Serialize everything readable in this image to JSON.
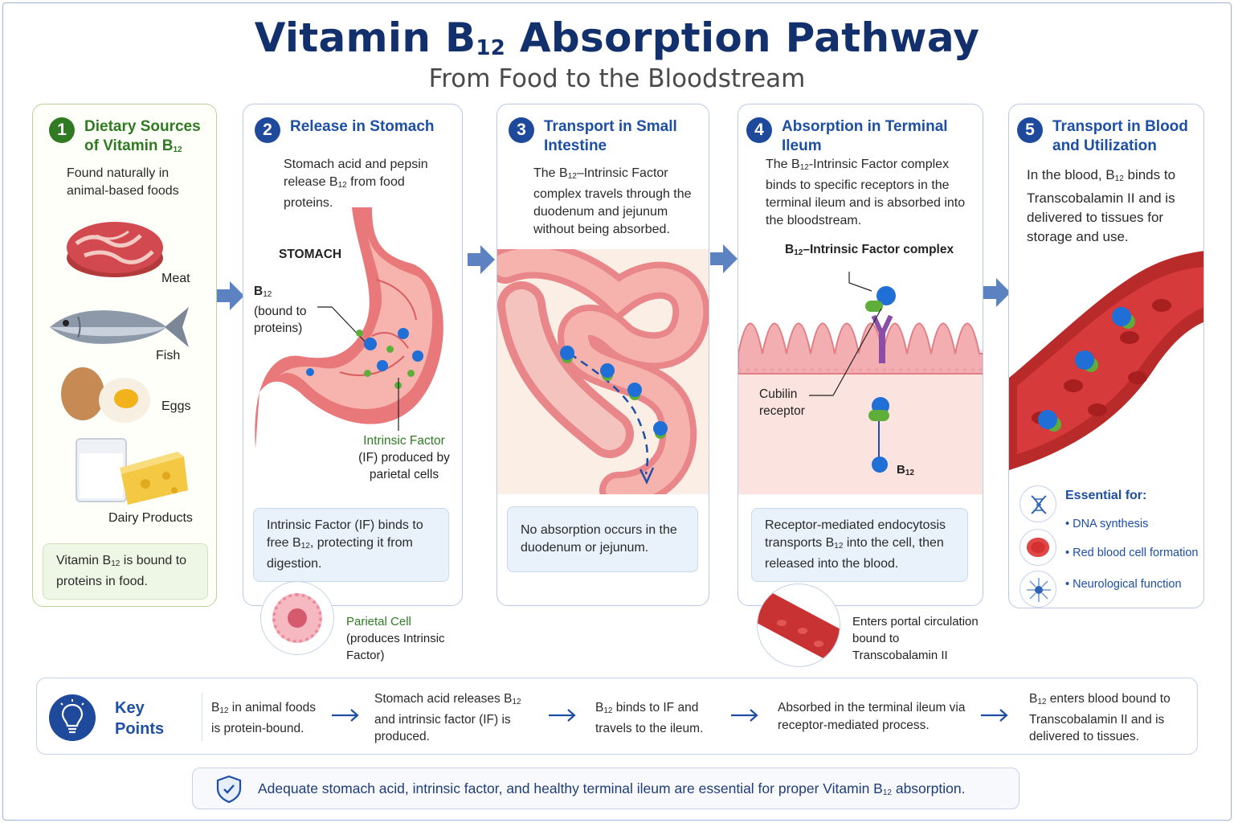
{
  "title": {
    "main": "Vitamin B",
    "sub": "12",
    "rest": " Absorption Pathway"
  },
  "subtitle": "From Food to the Bloodstream",
  "steps": [
    {
      "number": "1",
      "title_a": "Dietary Sources",
      "title_b": "of Vitamin B",
      "title_sub": "12",
      "desc": "Found naturally in animal-based foods",
      "foods": [
        "Meat",
        "Fish",
        "Eggs",
        "Dairy Products"
      ],
      "note_a": "Vitamin B",
      "note_sub": "12",
      "note_b": " is bound to proteins in food."
    },
    {
      "number": "2",
      "title": "Release in Stomach",
      "desc_a": "Stomach acid and pepsin release B",
      "desc_sub": "12",
      "desc_b": " from food proteins.",
      "organ_label": "STOMACH",
      "b12_label": "B",
      "b12_sub": "12",
      "b12_bound": "(bound to proteins)",
      "if_label_a": "Intrinsic Factor",
      "if_label_b": "(IF) produced by parietal cells",
      "note_a": "Intrinsic Factor (IF) binds to free B",
      "note_sub": "12",
      "note_b": ", protecting it from digestion.",
      "parietal_a": "Parietal Cell",
      "parietal_b": "(produces Intrinsic Factor)"
    },
    {
      "number": "3",
      "title": "Transport in Small Intestine",
      "desc_a": "The B",
      "desc_sub": "12",
      "desc_b": "–Intrinsic Factor complex travels through the duodenum and jejunum without being absorbed.",
      "note": "No absorption occurs in the duodenum or jejunum."
    },
    {
      "number": "4",
      "title": "Absorption in Terminal Ileum",
      "desc_a": "The B",
      "desc_sub": "12",
      "desc_b": "-Intrinsic Factor complex binds to specific receptors in the terminal ileum and is absorbed into the bloodstream.",
      "complex_a": "B",
      "complex_sub": "12",
      "complex_b": "–Intrinsic Factor complex",
      "receptor_label": "Cubilin receptor",
      "b12_label": "B",
      "b12_sub": "12",
      "note_a": "Receptor-mediated endocytosis transports B",
      "note_sub": "12",
      "note_b": " into the cell, then released into the blood.",
      "portal": "Enters portal circulation bound to Transcobalamin II"
    },
    {
      "number": "5",
      "title": "Transport in Blood and Utilization",
      "desc_a": "In the blood, B",
      "desc_sub": "12",
      "desc_b": " binds to Transcobalamin II and is delivered to tissues for storage and use.",
      "essential_title": "Essential for:",
      "essential": [
        "• DNA synthesis",
        "• Red blood cell formation",
        "• Neurological function"
      ]
    }
  ],
  "key_points": {
    "title_a": "Key",
    "title_b": "Points",
    "items": [
      {
        "a": "B",
        "sub": "12",
        "b": " in animal foods is protein-bound."
      },
      {
        "a": "Stomach acid releases B",
        "sub": "12",
        "b": " and intrinsic factor (IF) is produced."
      },
      {
        "a": "B",
        "sub": "12",
        "b": " binds to IF and travels to the ileum."
      },
      {
        "a": "Absorbed in the terminal ileum via receptor-mediated process.",
        "sub": "",
        "b": ""
      },
      {
        "a": "B",
        "sub": "12",
        "b": " enters blood bound to Transcobalamin II and is delivered to tissues."
      }
    ]
  },
  "footer": {
    "a": "Adequate stomach acid, intrinsic factor, and healthy terminal ileum are essential for proper Vitamin B",
    "sub": "12",
    "b": " absorption."
  },
  "colors": {
    "navy": "#12306b",
    "blue": "#1d4fa4",
    "green": "#2f7a22",
    "b12_ball": "#1f6fd6",
    "if_green": "#5fae3a"
  }
}
